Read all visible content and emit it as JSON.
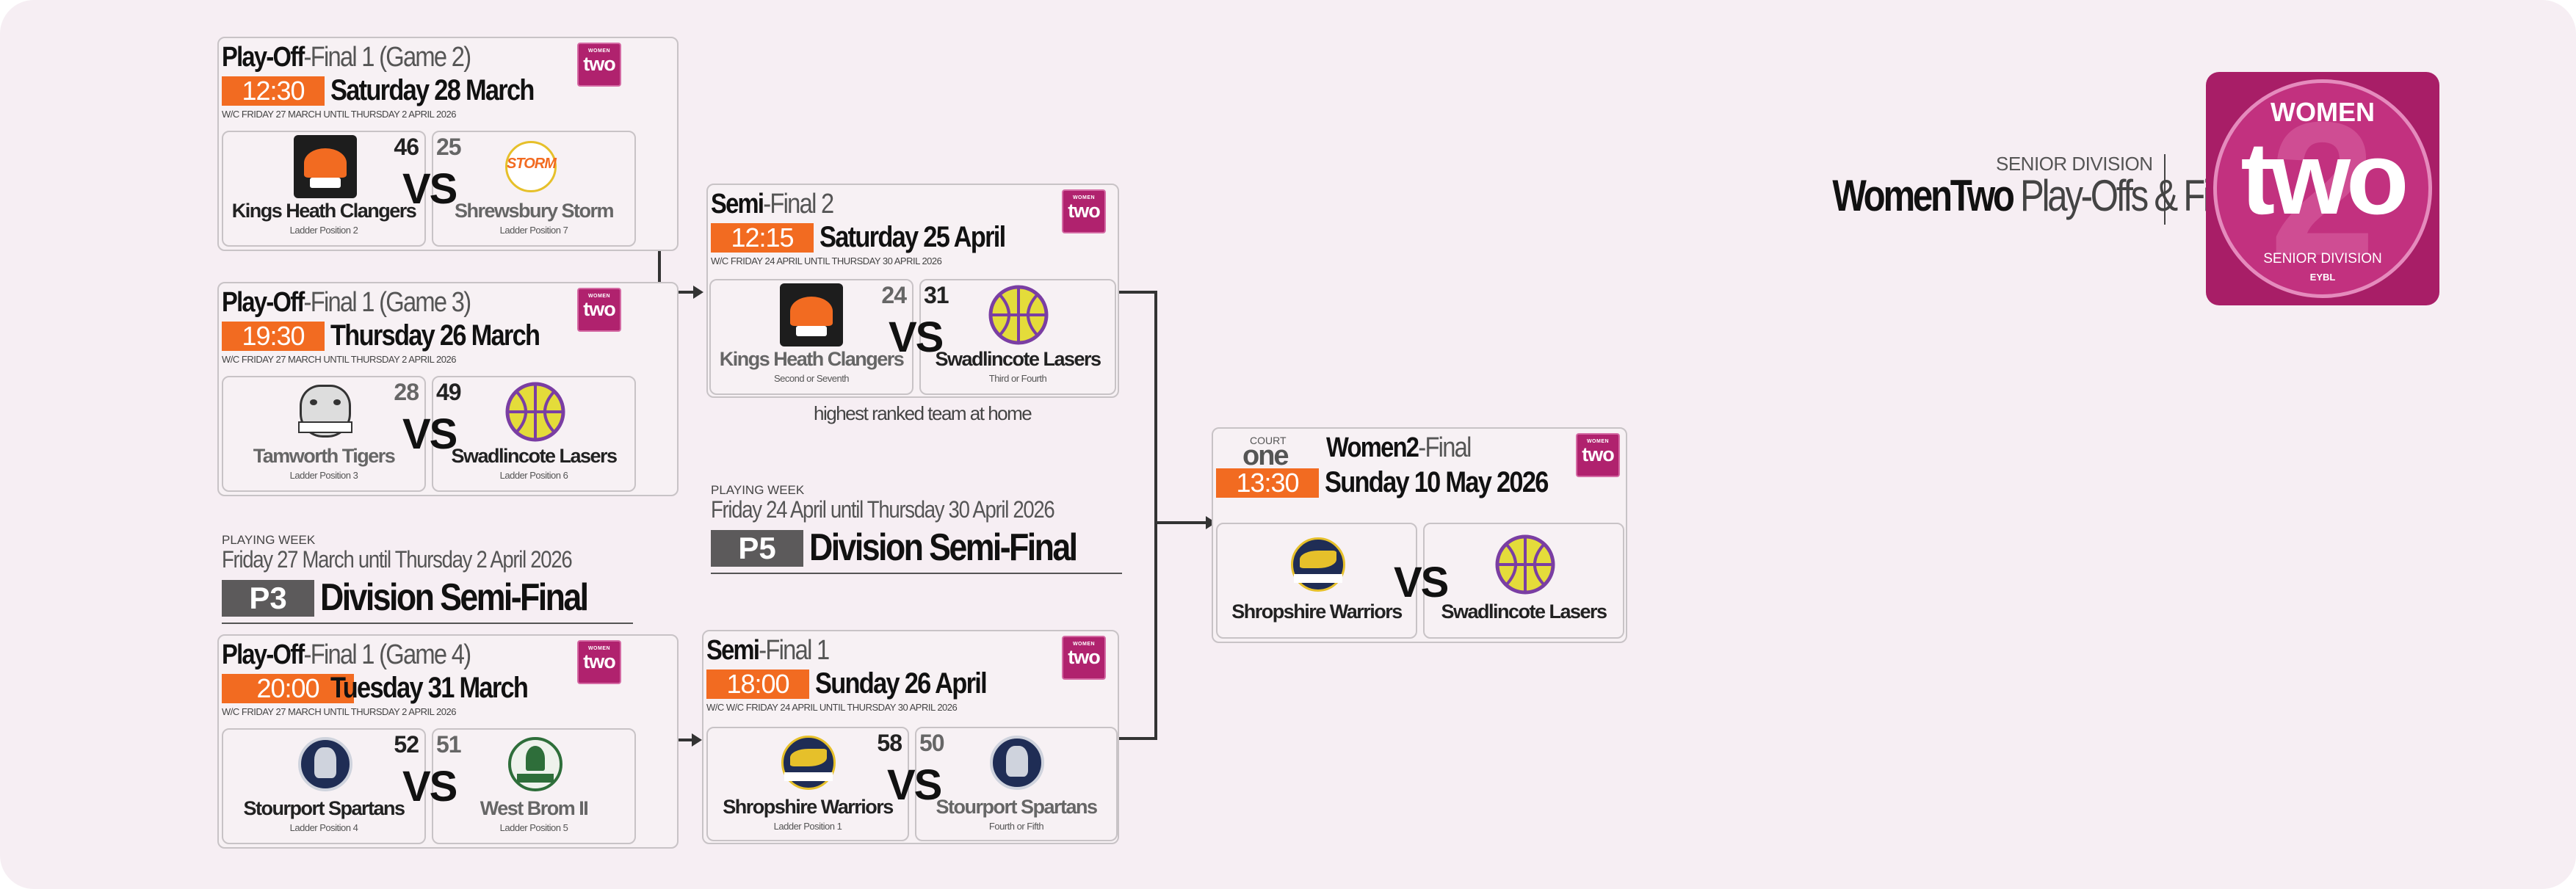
{
  "header": {
    "division_label": "SENIOR DIVISION",
    "title_bold": "WomenTwo",
    "title_light": "Play-Offs & Finals"
  },
  "league_logo": {
    "top": "WOMEN",
    "main": "two",
    "digit": "2",
    "bottom": "SENIOR DIVISION",
    "brand": "EYBL"
  },
  "badge": {
    "top": "WOMEN",
    "main": "two"
  },
  "colors": {
    "orange": "#f26b21",
    "magenta": "#b0226e",
    "grey_box": "#5c5a5b"
  },
  "vs": "VS",
  "weeks": {
    "p3": {
      "small": "PLAYING WEEK",
      "dates": "Friday 27 March until Thursday 2 April 2026",
      "code": "P3",
      "title": "Division Semi-Final"
    },
    "p5": {
      "small": "PLAYING WEEK",
      "dates": "Friday 24 April until Thursday 30 April 2026",
      "code": "P5",
      "title": "Division Semi-Final"
    }
  },
  "games": {
    "g2": {
      "title_bold": "Play-Off",
      "title_rest": "-Final 1 (Game 2)",
      "time": "12:30",
      "date": "Saturday 28 March",
      "wc": "W/C FRIDAY 27 MARCH UNTIL THURSDAY 2 APRIL 2026",
      "home": {
        "name": "Kings Heath Clangers",
        "sub": "Ladder Position 2",
        "score": "46",
        "logo": "clangers-logo"
      },
      "away": {
        "name": "Shrewsbury Storm",
        "sub": "Ladder Position 7",
        "score": "25",
        "logo": "storm-logo"
      }
    },
    "g3": {
      "title_bold": "Play-Off",
      "title_rest": "-Final 1 (Game 3)",
      "time": "19:30",
      "date": "Thursday 26 March",
      "wc": "W/C FRIDAY 27 MARCH UNTIL THURSDAY 2 APRIL 2026",
      "home": {
        "name": "Tamworth Tigers",
        "sub": "Ladder Position 3",
        "score": "28",
        "logo": "tigers-logo"
      },
      "away": {
        "name": "Swadlincote Lasers",
        "sub": "Ladder Position 6",
        "score": "49",
        "logo": "basketball-icon"
      }
    },
    "g4": {
      "title_bold": "Play-Off",
      "title_rest": "-Final 1 (Game 4)",
      "time": "20:00",
      "date": "Tuesday 31 March",
      "wc": "W/C FRIDAY 27 MARCH UNTIL THURSDAY 2 APRIL 2026",
      "home": {
        "name": "Stourport Spartans",
        "sub": "Ladder Position 4",
        "score": "52",
        "logo": "spartans-logo"
      },
      "away": {
        "name": "West Brom II",
        "sub": "Ladder Position 5",
        "score": "51",
        "logo": "westbrom-logo"
      }
    },
    "sf2": {
      "title_bold": "Semi",
      "title_rest": "-Final 2",
      "time": "12:15",
      "date": "Saturday 25 April",
      "wc": "W/C FRIDAY 24 APRIL UNTIL THURSDAY 30 APRIL 2026",
      "home": {
        "name": "Kings Heath Clangers",
        "sub": "Second or Seventh",
        "score": "24",
        "logo": "clangers-logo"
      },
      "away": {
        "name": "Swadlincote Lasers",
        "sub": "Third or Fourth",
        "score": "31",
        "logo": "basketball-icon"
      },
      "note": "highest ranked team at home"
    },
    "sf1": {
      "title_bold": "Semi",
      "title_rest": "-Final 1",
      "time": "18:00",
      "date": "Sunday 26 April",
      "wc": "W/C W/C FRIDAY 24 APRIL UNTIL THURSDAY 30 APRIL 2026",
      "home": {
        "name": "Shropshire Warriors",
        "sub": "Ladder Position 1",
        "score": "58",
        "logo": "warriors-logo"
      },
      "away": {
        "name": "Stourport Spartans",
        "sub": "Fourth or Fifth",
        "score": "50",
        "logo": "spartans-logo"
      }
    },
    "final": {
      "court_small": "COURT",
      "court": "one",
      "title_bold": "Women2",
      "title_rest": "-Final",
      "time": "13:30",
      "date": "Sunday 10 May 2026",
      "home": {
        "name": "Shropshire Warriors",
        "logo": "warriors-logo"
      },
      "away": {
        "name": "Swadlincote Lasers",
        "logo": "basketball-icon"
      }
    }
  }
}
